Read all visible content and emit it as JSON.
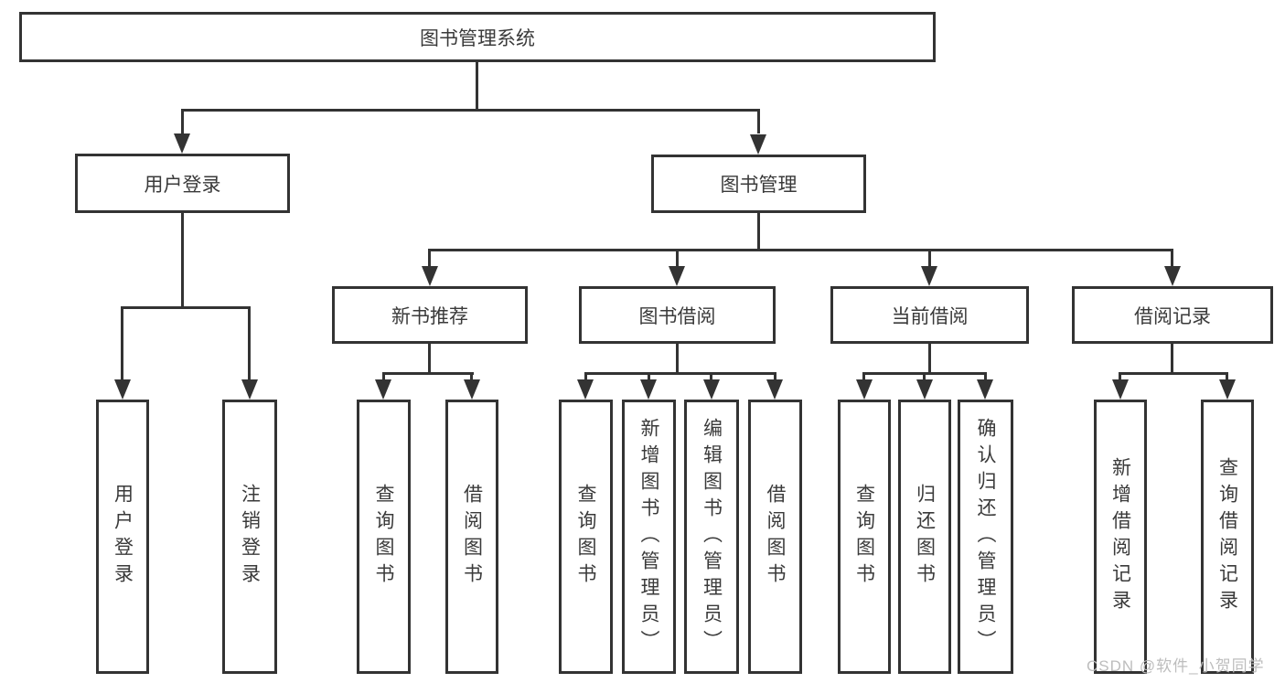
{
  "diagram": {
    "title": "图书管理系统",
    "root": {
      "label": "图书管理系统"
    },
    "level2": [
      {
        "label": "用户登录",
        "children_labels": [
          "用户登录",
          "注销登录"
        ]
      },
      {
        "label": "图书管理",
        "children_labels": [
          "新书推荐",
          "图书借阅",
          "当前借阅",
          "借阅记录"
        ]
      }
    ],
    "level3": [
      {
        "label": "新书推荐",
        "children_labels": [
          "查询图书",
          "借阅图书"
        ]
      },
      {
        "label": "图书借阅",
        "children_labels": [
          "查询图书",
          "新增图书（管理员）",
          "编辑图书（管理员）",
          "借阅图书"
        ]
      },
      {
        "label": "当前借阅",
        "children_labels": [
          "查询图书",
          "归还图书",
          "确认归还（管理员）"
        ]
      },
      {
        "label": "借阅记录",
        "children_labels": [
          "新增借阅记录",
          "查询借阅记录"
        ]
      }
    ],
    "leaves": [
      {
        "label": "用户登录",
        "parent": "用户登录"
      },
      {
        "label": "注销登录",
        "parent": "用户登录"
      },
      {
        "label": "查询图书",
        "parent": "新书推荐"
      },
      {
        "label": "借阅图书",
        "parent": "新书推荐"
      },
      {
        "label": "查询图书",
        "parent": "图书借阅"
      },
      {
        "label": "新增图书（管理员）",
        "parent": "图书借阅"
      },
      {
        "label": "编辑图书（管理员）",
        "parent": "图书借阅"
      },
      {
        "label": "借阅图书",
        "parent": "图书借阅"
      },
      {
        "label": "查询图书",
        "parent": "当前借阅"
      },
      {
        "label": "归还图书",
        "parent": "当前借阅"
      },
      {
        "label": "确认归还（管理员）",
        "parent": "当前借阅"
      },
      {
        "label": "新增借阅记录",
        "parent": "借阅记录"
      },
      {
        "label": "查询借阅记录",
        "parent": "借阅记录"
      }
    ],
    "watermark": "CSDN @软件_小贺同学",
    "colors": {
      "line": "#333333",
      "text": "#3a3a3a",
      "watermark": "#bdbdbd",
      "background": "#ffffff"
    }
  }
}
